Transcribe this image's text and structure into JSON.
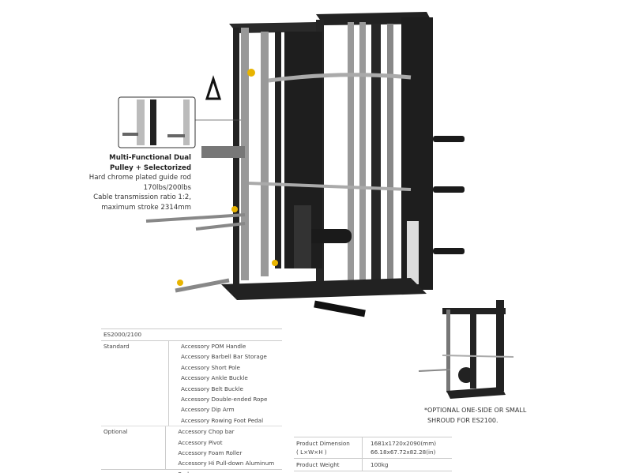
{
  "caption": {
    "title_line1": "Multi-Functional Dual",
    "title_line2": "Pulley + Selectorized",
    "line3": "Hard chrome plated guide rod",
    "line4": "170lbs/200lbs",
    "line5": "Cable transmission ratio 1:2,",
    "line6": "maximum stroke 2314mm"
  },
  "accessories": {
    "model": "ES2000/2100",
    "standard": {
      "label": "Standard",
      "items": [
        "Accessory POM Handle",
        "Accessory Barbell Bar Storage",
        "Accessory Short Pole",
        "Accessory Ankle Buckle",
        "Accessory Belt Buckle",
        "Accessory Double-ended Rope",
        "Accessory Dip Arm",
        "Accessory Rowing Foot Pedal"
      ]
    },
    "optional": {
      "label": "Optional",
      "items": [
        "Accessory Chop bar",
        "Accessory Pivot",
        "Accessory Foam Roller",
        "Accessory Hi Pull-down Aluminum Rod"
      ]
    }
  },
  "note": {
    "line1": "*OPTIONAL ONE-SIDE OR SMALL",
    "line2": "SHROUD FOR ES2100."
  },
  "specs": {
    "dimension_label1": "Product Dimension",
    "dimension_label2": "( L×W×H )",
    "dimension_mm": "1681x1720x2090(mm)",
    "dimension_in": "66.18x67.72x82.28(in)",
    "weight_label": "Product Weight",
    "weight_value": "100kg"
  },
  "colors": {
    "frame": "#1e1e1e",
    "upright": "#8a8a8a",
    "accent": "#e8b400"
  }
}
